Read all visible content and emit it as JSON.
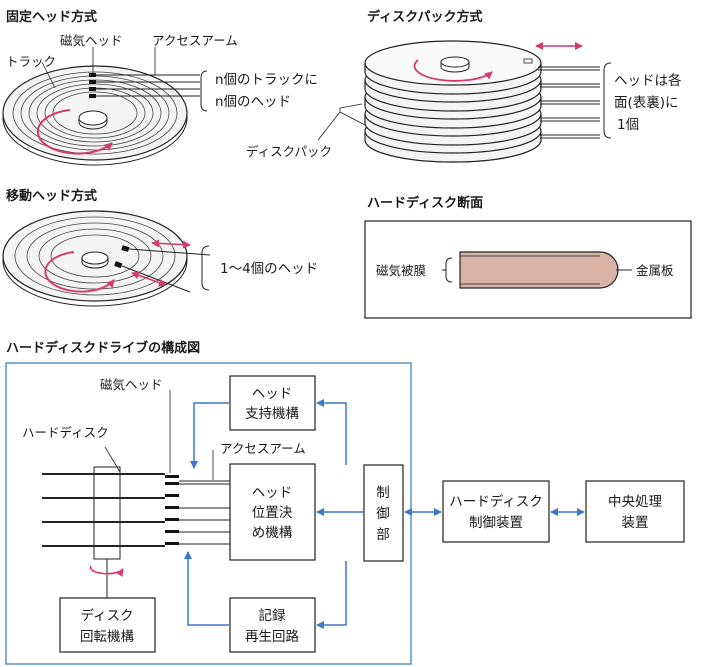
{
  "sections": {
    "fixed_head": {
      "title": "固定ヘッド方式",
      "label_magnetic_head": "磁気ヘッド",
      "label_access_arm": "アクセスアーム",
      "label_track": "トラック",
      "note_line1": "n個のトラックに",
      "note_line2": "n個のヘッド"
    },
    "disk_pack": {
      "title": "ディスクパック方式",
      "label_disk_pack": "ディスクパック",
      "note_line1": "ヘッドは各",
      "note_line2": "面(表裏)に",
      "note_line3": "1個"
    },
    "moving_head": {
      "title": "移動ヘッド方式",
      "note": "1～4個のヘッド"
    },
    "cross_section": {
      "title": "ハードディスク断面",
      "label_coating": "磁気被膜",
      "label_plate": "金属板"
    },
    "drive": {
      "title": "ハードディスクドライブの構成図",
      "label_magnetic_head": "磁気ヘッド",
      "label_hard_disk": "ハードディスク",
      "label_access_arm": "アクセスアーム",
      "box_head_support": [
        "ヘッド",
        "支持機構"
      ],
      "box_head_position": [
        "ヘッド",
        "位置決",
        "め機構"
      ],
      "box_controller": [
        "制",
        "御",
        "部"
      ],
      "box_rotation": [
        "ディスク",
        "回転機構"
      ],
      "box_record": [
        "記録",
        "再生回路"
      ],
      "box_hd_controller": [
        "ハードディスク",
        "制御装置"
      ],
      "box_cpu": [
        "中央処理",
        "装置"
      ]
    }
  },
  "colors": {
    "accent_pink": "#d63a6e",
    "flow_blue": "#3a78c8",
    "frame_blue": "#4a8fc4",
    "plate_fill": "#d9b3a6",
    "line": "#222222"
  }
}
